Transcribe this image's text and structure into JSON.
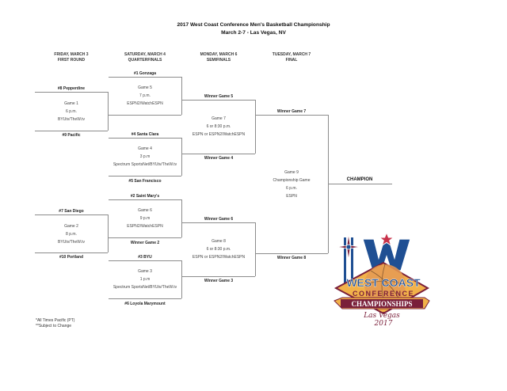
{
  "header": {
    "title": "2017 West Coast Conference Men's Basketball Championship",
    "subtitle": "March 2-7 - Las Vegas, NV"
  },
  "columns": [
    {
      "day": "FRIDAY, MARCH 3",
      "round": "FIRST ROUND"
    },
    {
      "day": "SATURDAY, MARCH 4",
      "round": "QUARTERFINALS"
    },
    {
      "day": "MONDAY, MARCH 6",
      "round": "SEMIFINALS"
    },
    {
      "day": "TUESDAY, MARCH 7",
      "round": "FINAL"
    }
  ],
  "first_round": [
    {
      "top": "#8 Pepperdine",
      "bottom": "#9 Pacific",
      "game": "Game 1",
      "time": "6 p.m.",
      "tv": "BYUtv/TheW.tv"
    },
    {
      "top": "#7 San Diego",
      "bottom": "#10 Portland",
      "game": "Game 2",
      "time": "8 p.m.",
      "tv": "BYUtv/TheW.tv"
    }
  ],
  "quarterfinals": [
    {
      "top": "#1 Gonzaga",
      "bottom": "",
      "game": "Game 5",
      "time": "7 p.m.",
      "tv": "ESPN2/WatchESPN"
    },
    {
      "top": "#4 Santa Clara",
      "bottom": "#5 San Francisco",
      "game": "Game 4",
      "time": "3 p.m",
      "tv": "Spectrum SportsNet/BYUtv/TheW.tv"
    },
    {
      "top": "#2 Saint Mary's",
      "bottom": "Winner Game 2",
      "game": "Game 6",
      "time": "9 p.m",
      "tv": "ESPN2/WatchESPN"
    },
    {
      "top": "#3 BYU",
      "bottom": "#6 Loyola Marymount",
      "game": "Game 3",
      "time": "1 p.m",
      "tv": "Spectrum SportsNet/BYUtv/TheW.tv"
    }
  ],
  "semifinals": [
    {
      "top": "Winner Game 5",
      "bottom": "Winner Game 4",
      "game": "Game 7",
      "time": "6 or 8:30 p.m.",
      "tv": "ESPN or ESPN2/WatchESPN"
    },
    {
      "top": "Winner Game 6",
      "bottom": "Winner Game 3",
      "game": "Game 8",
      "time": "6 or 8:30 p.m.",
      "tv": "ESPN or ESPN2/WatchESPN"
    }
  ],
  "final": {
    "top": "Winner Game 7",
    "bottom": "Winner Game 8",
    "game": "Game 9",
    "name": "Championship Game",
    "time": "6 p.m.",
    "tv": "ESPN"
  },
  "champion_label": "CHAMPION",
  "notes": [
    "*All Times Pacific (PT)",
    "**Subject to Change"
  ],
  "logo": {
    "line1": "WEST COAST",
    "line2": "CONFERENCE",
    "banner": "CHAMPIONSHIPS",
    "script1": "Las Vegas",
    "script2": "2017",
    "colors": {
      "navy": "#1f4f93",
      "maroon": "#7a1f3a",
      "gold": "#f2b24a",
      "orange": "#e59a54",
      "cream": "#f6e6c8"
    }
  }
}
